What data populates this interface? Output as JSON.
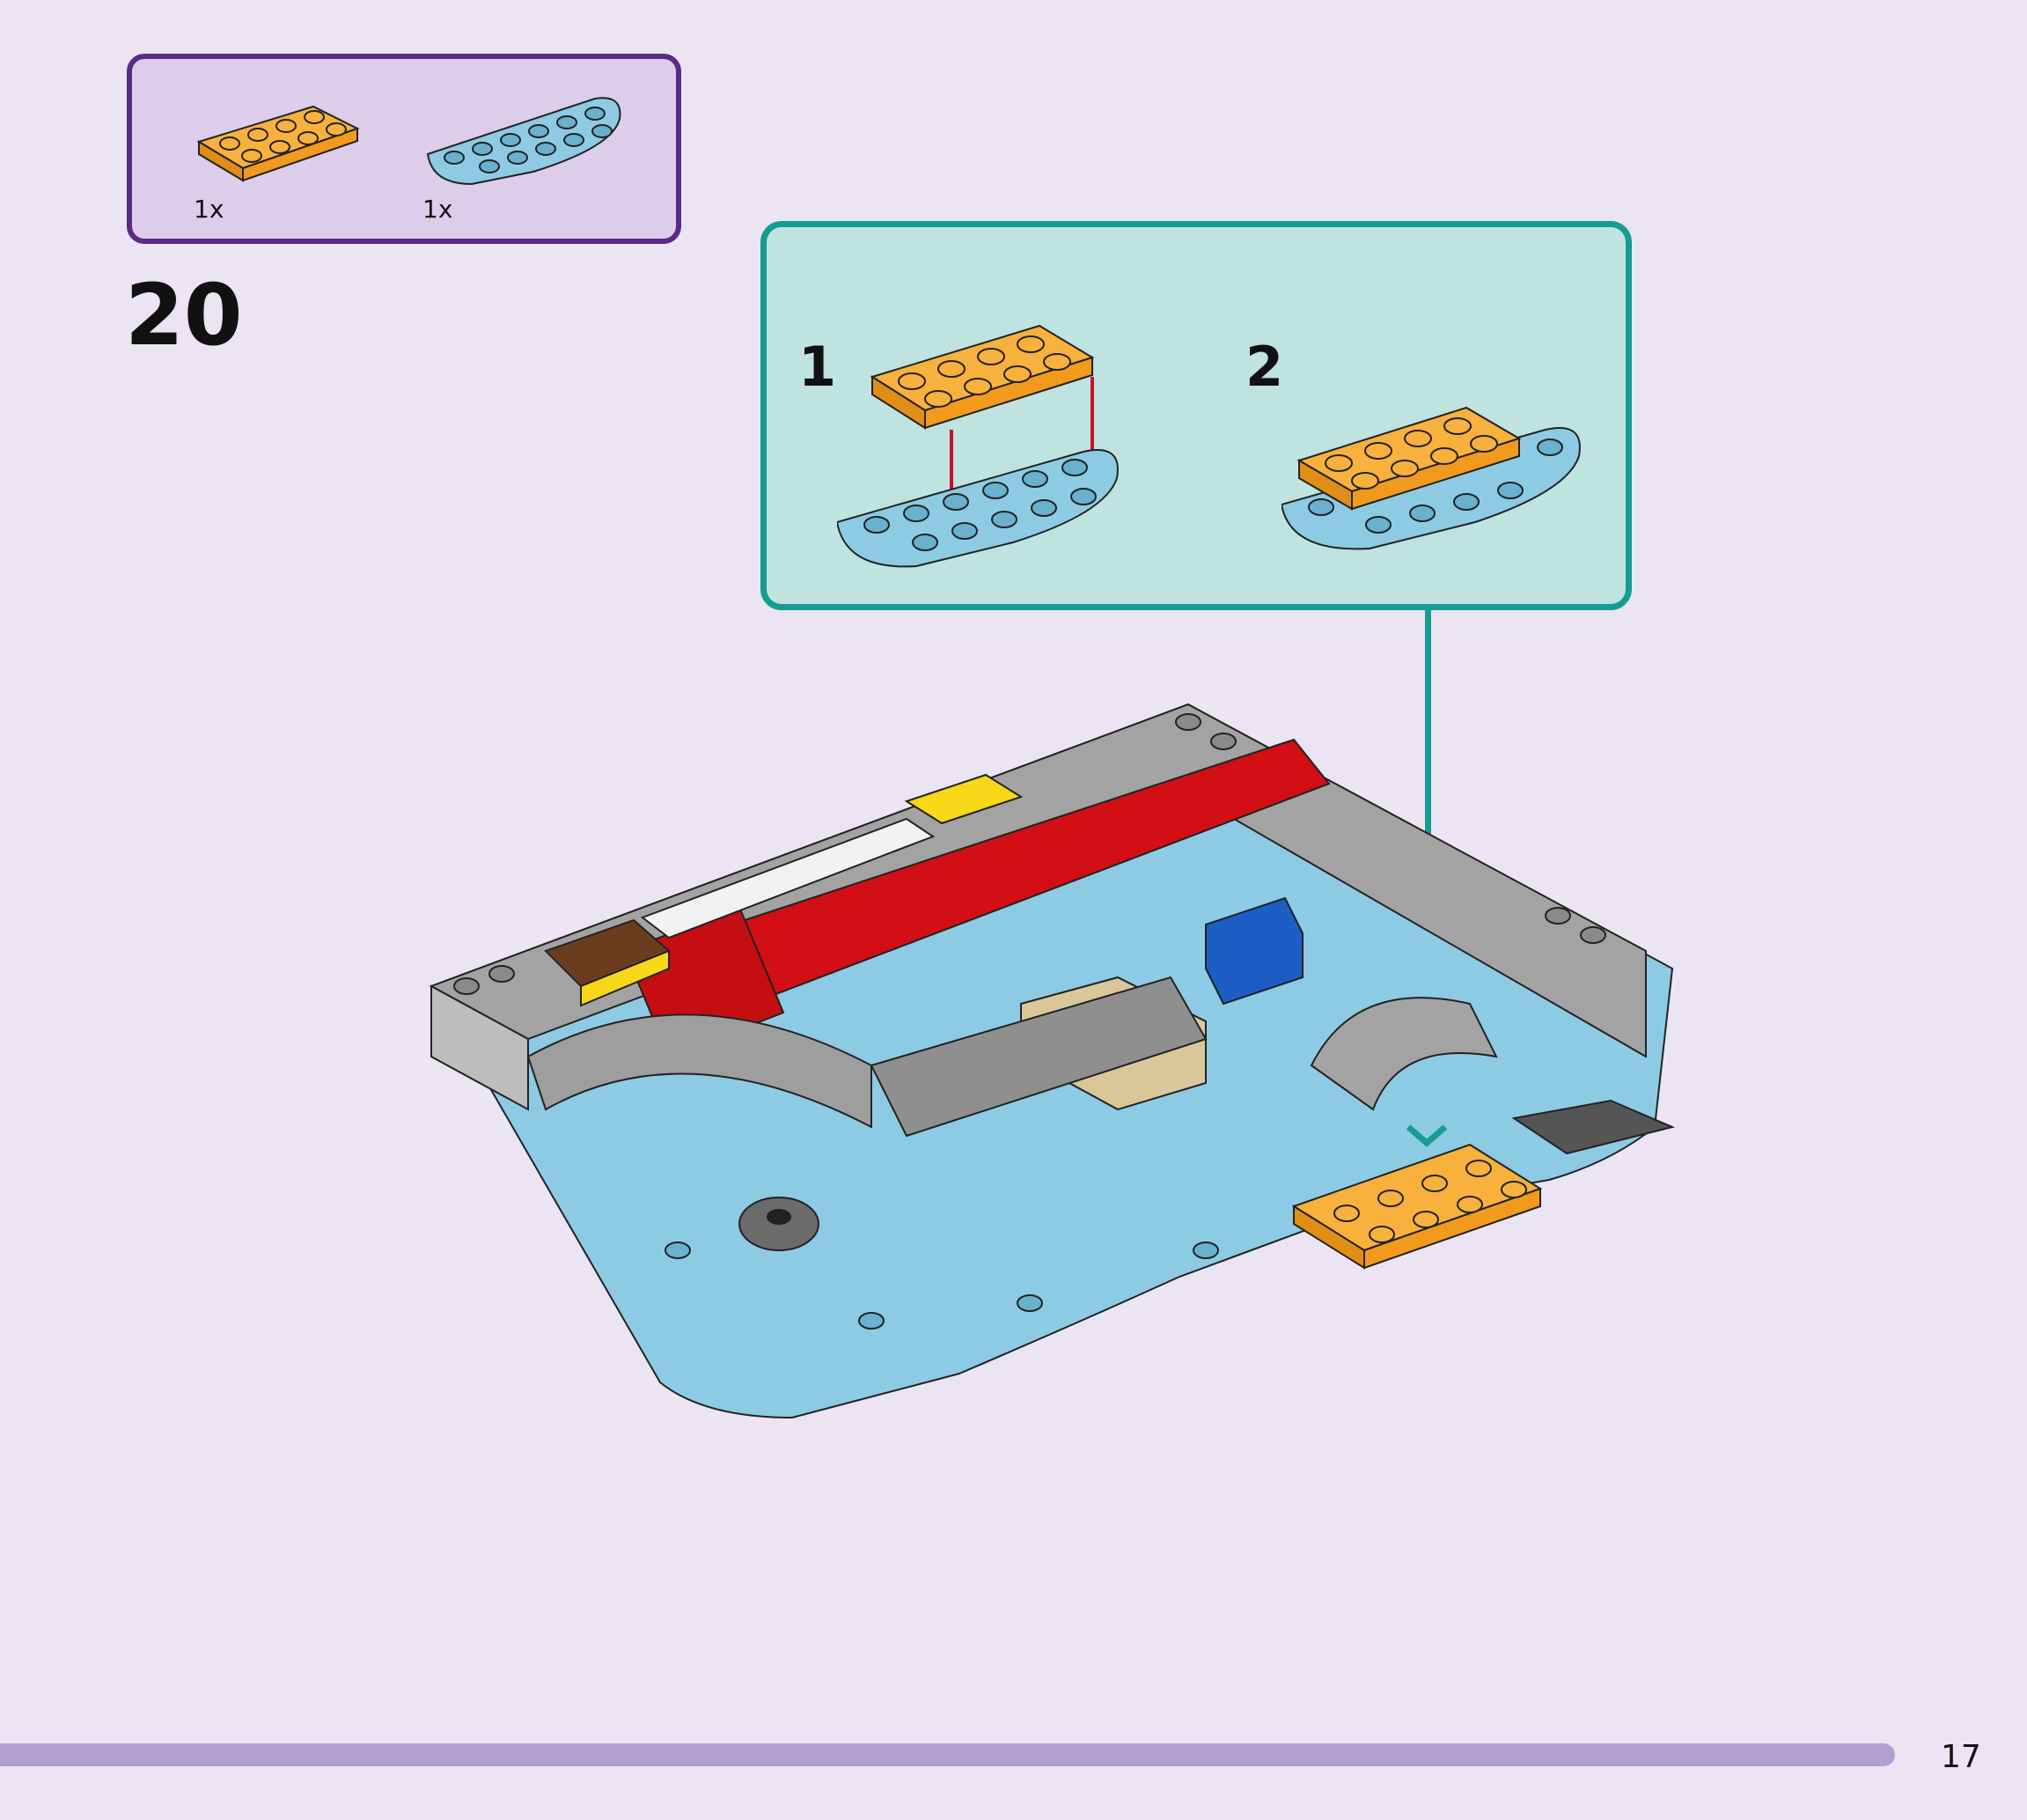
{
  "parts_list": {
    "items": [
      {
        "name": "orange-plate-2x4",
        "color": "#f5a623",
        "quantity": "1x"
      },
      {
        "name": "light-blue-half-round-plate",
        "color": "#7fc4e0",
        "quantity": "1x"
      }
    ]
  },
  "step": {
    "number": "20"
  },
  "callout": {
    "substeps": [
      {
        "number": "1"
      },
      {
        "number": "2"
      }
    ],
    "arrow_color": "#c8102e",
    "border_color": "#169c93"
  },
  "page": {
    "number": "17"
  },
  "colors": {
    "background": "#ebe4f3",
    "parts_box_border": "#5a2a86",
    "parts_box_fill": "#dccdea",
    "callout_fill": "#bfe3df",
    "bottom_bar": "#b19fcf"
  }
}
